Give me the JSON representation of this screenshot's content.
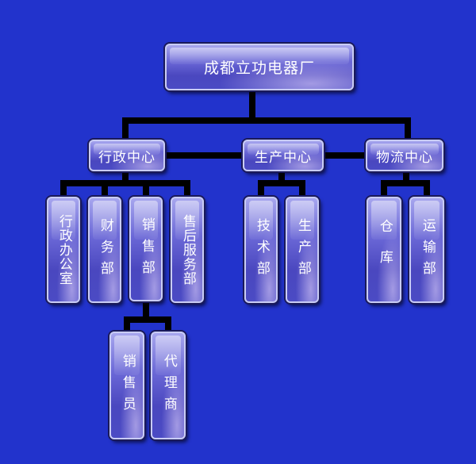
{
  "root": {
    "label": "成都立功电器厂"
  },
  "centers": [
    {
      "id": "admin",
      "label": "行政中心"
    },
    {
      "id": "production",
      "label": "生产中心"
    },
    {
      "id": "logistics",
      "label": "物流中心"
    }
  ],
  "departments": {
    "admin": [
      {
        "id": "admin-office",
        "label": "行政办公室"
      },
      {
        "id": "finance",
        "label": "财务部"
      },
      {
        "id": "sales",
        "label": "销售部"
      },
      {
        "id": "after-sales",
        "label": "售后服务部"
      }
    ],
    "production": [
      {
        "id": "tech",
        "label": "技术部"
      },
      {
        "id": "prod",
        "label": "生产部"
      }
    ],
    "logistics": [
      {
        "id": "warehouse",
        "label": "仓库"
      },
      {
        "id": "transport",
        "label": "运输部"
      }
    ]
  },
  "sales_children": [
    {
      "id": "salesperson",
      "label": "销售员"
    },
    {
      "id": "agent",
      "label": "代理商"
    }
  ],
  "colors": {
    "background": "#2233cc",
    "connector": "#000000"
  }
}
